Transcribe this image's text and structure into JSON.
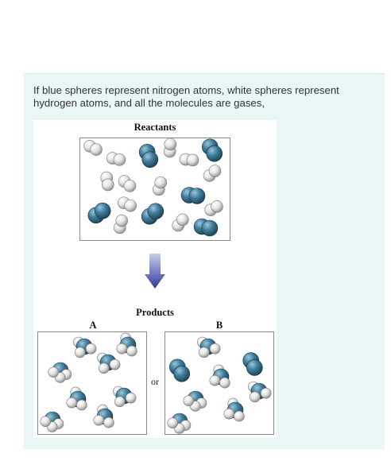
{
  "question": {
    "text": "If blue spheres represent nitrogen atoms, white spheres represent hydrogen atoms, and all the molecules are gases,"
  },
  "figure": {
    "reactants_label": "Reactants",
    "products_label": "Products",
    "option_a_label": "A",
    "option_b_label": "B",
    "or_label": "or"
  },
  "colors": {
    "panel_background": "#e8f6f6",
    "nitrogen_sphere": "#3f7d9c",
    "hydrogen_sphere": "#e4e4e4",
    "arrow_top": "#c9cde8",
    "arrow_bottom": "#2d3a9c"
  },
  "icons": {
    "arrow": "down-arrow-icon"
  }
}
